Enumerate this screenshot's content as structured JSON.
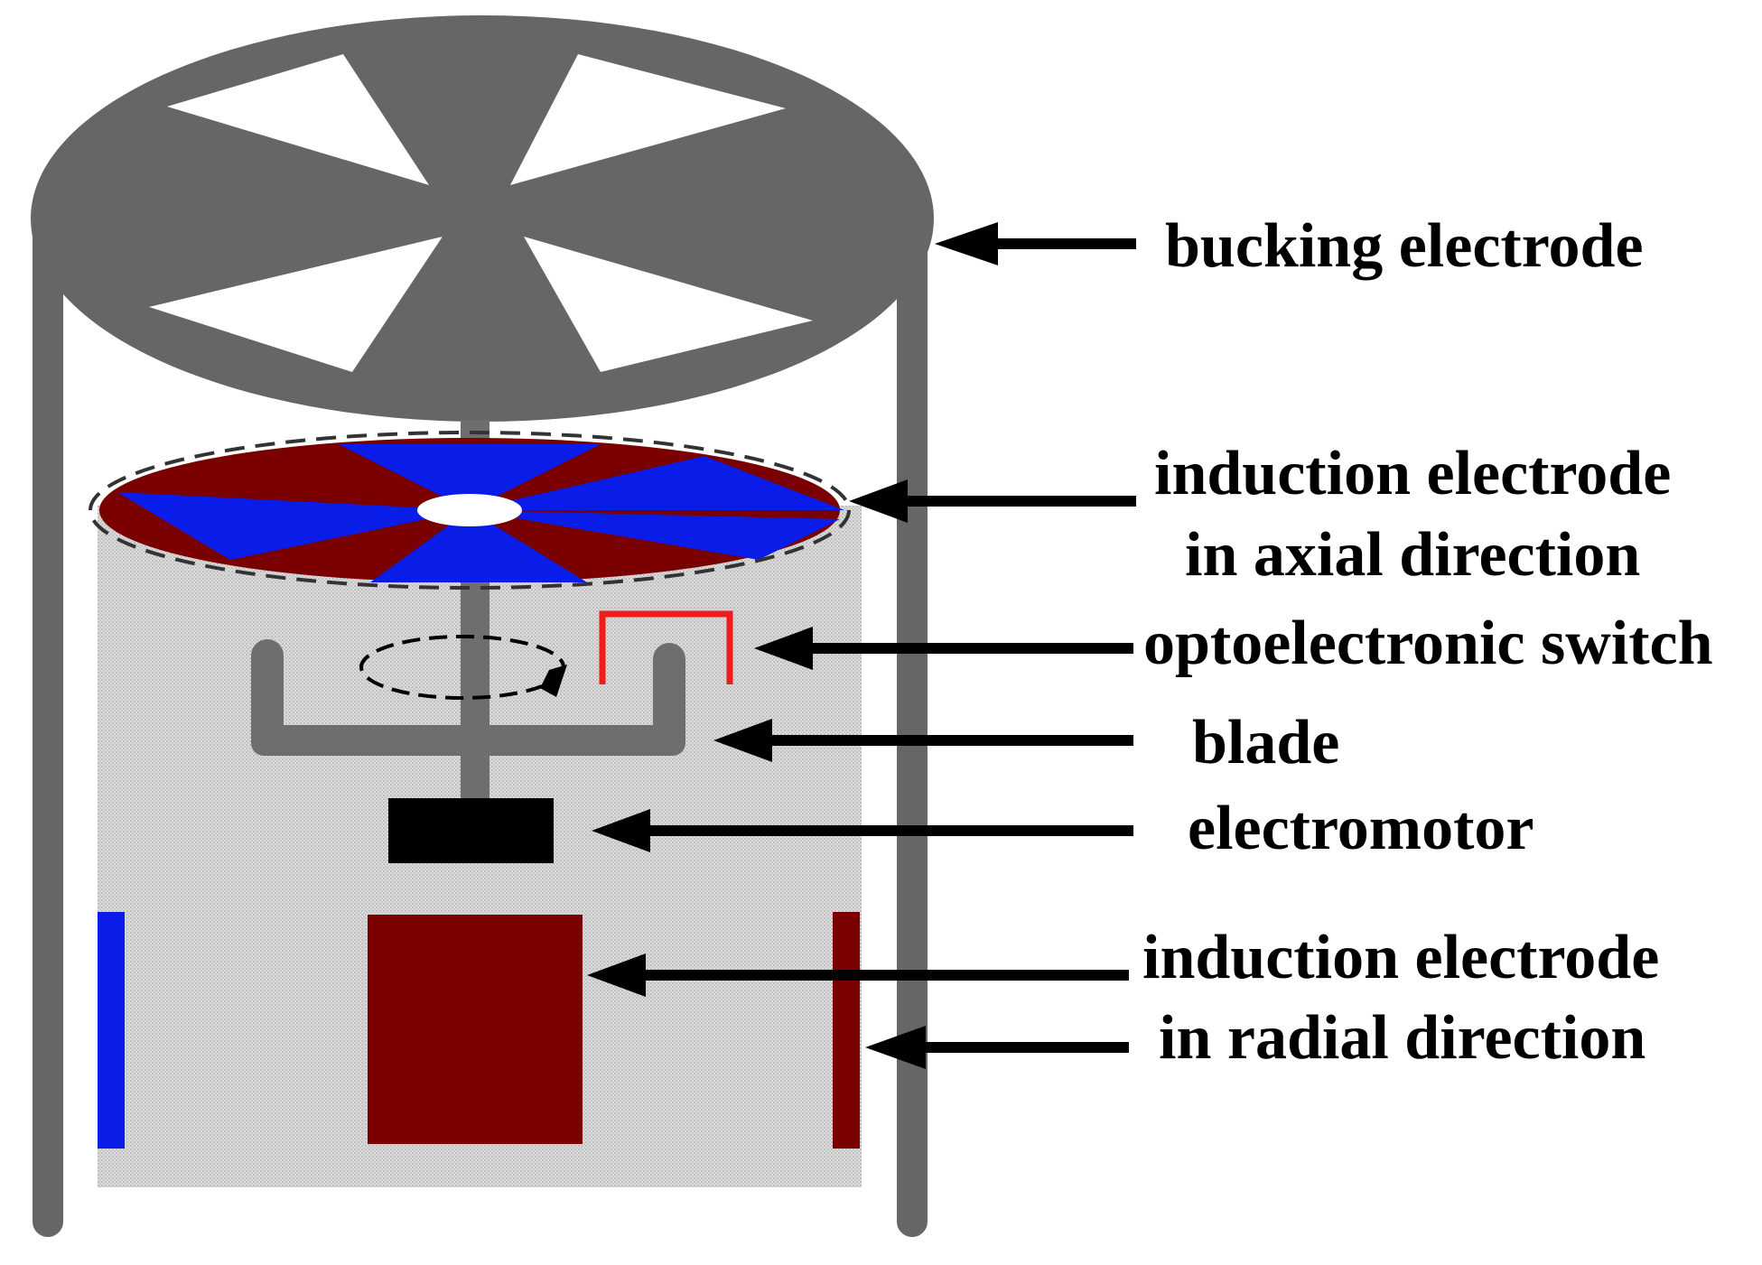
{
  "labels": {
    "bucking_electrode": "bucking electrode",
    "induction_axial_line1": "induction electrode",
    "induction_axial_line2": "in axial direction",
    "optoelectronic_switch": "optoelectronic switch",
    "blade": "blade",
    "electromotor": "electromotor",
    "induction_radial_line1": "induction electrode",
    "induction_radial_line2": "in radial direction"
  },
  "colors": {
    "frame_gray": "#666666",
    "blade_gray": "#6e6e6e",
    "housing_gray": "#d4d4d4",
    "electrode_blue": "#0a1de8",
    "electrode_darkred": "#7a0000",
    "switch_red": "#ee1c1c",
    "motor_black": "#000000",
    "text_black": "#000000"
  }
}
